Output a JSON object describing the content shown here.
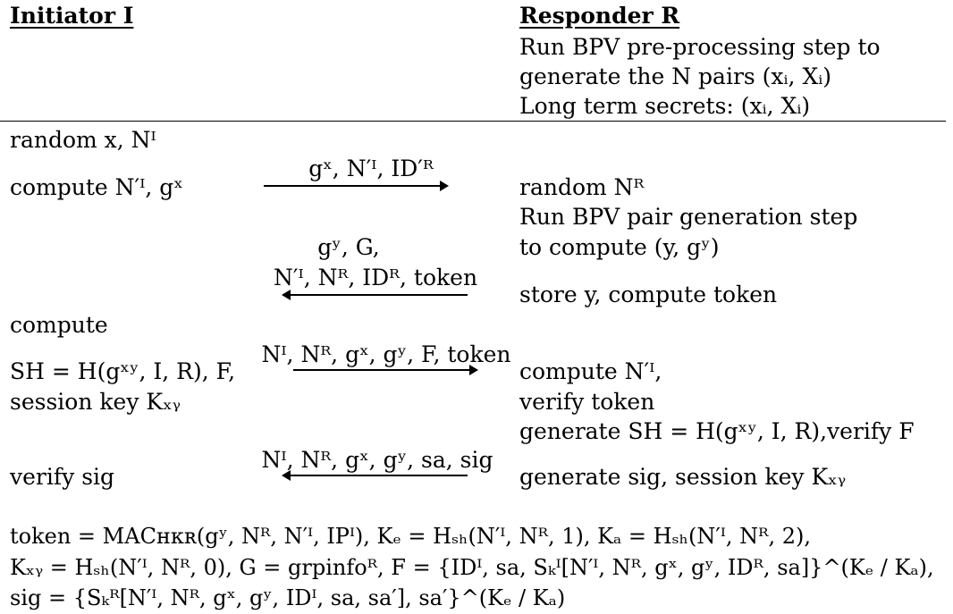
{
  "headers": {
    "initiator": "Initiator I",
    "responder": "Responder R"
  },
  "responder_setup": [
    "Run BPV pre-processing step to",
    "generate the N pairs (xᵢ, Xᵢ)",
    "Long term secrets: (xᵢ, Xᵢ)"
  ],
  "initiator_steps": {
    "random": "random x, Nᴵ",
    "compute_n": "compute N′ᴵ, gˣ",
    "compute": "compute",
    "sh": "SH = H(gˣʸ, I, R), F,",
    "session_key": "session key Kₓᵧ",
    "verify_sig": "verify sig"
  },
  "responder_steps": {
    "random_nr": "random Nᴿ",
    "bpv_gen": "Run BPV pair generation step",
    "compute_y": "to compute (y, gʸ)",
    "store": "store y, compute token",
    "compute_n": "compute N′ᴵ,",
    "verify_token": "verify token",
    "generate_sh": "generate SH = H(gˣʸ, I, R),verify F",
    "generate_sig": "generate sig, session key Kₓᵧ"
  },
  "messages": [
    {
      "line1": "gˣ, N′ᴵ, ID′ᴿ",
      "line2": ""
    },
    {
      "line1": "gʸ, G,",
      "line2": "N′ᴵ, Nᴿ, IDᴿ, token"
    },
    {
      "line1": "Nᴵ, Nᴿ, gˣ, gʸ, F, token",
      "line2": ""
    },
    {
      "line1": "Nᴵ, Nᴿ, gˣ, gʸ, sa, sig",
      "line2": ""
    }
  ],
  "definitions": [
    "token = MACʜᴋʀ(gʸ, Nᴿ, N′ᴵ, IPᴵ),  Kₑ = Hₛₕ(N′ᴵ, Nᴿ, 1),  Kₐ = Hₛₕ(N′ᴵ, Nᴿ, 2),",
    "Kₓᵧ = Hₛₕ(N′ᴵ, Nᴿ, 0),  G = grpinfoᴿ,  F = {IDᴵ, sa, Sₖᴵ[N′ᴵ, Nᴿ, gˣ, gʸ, IDᴿ, sa]}^(Kₑ / Kₐ),",
    "sig = {Sₖᴿ[N′ᴵ, Nᴿ, gˣ, gʸ, IDᴵ, sa, sa′], sa′}^(Kₑ / Kₐ)"
  ]
}
